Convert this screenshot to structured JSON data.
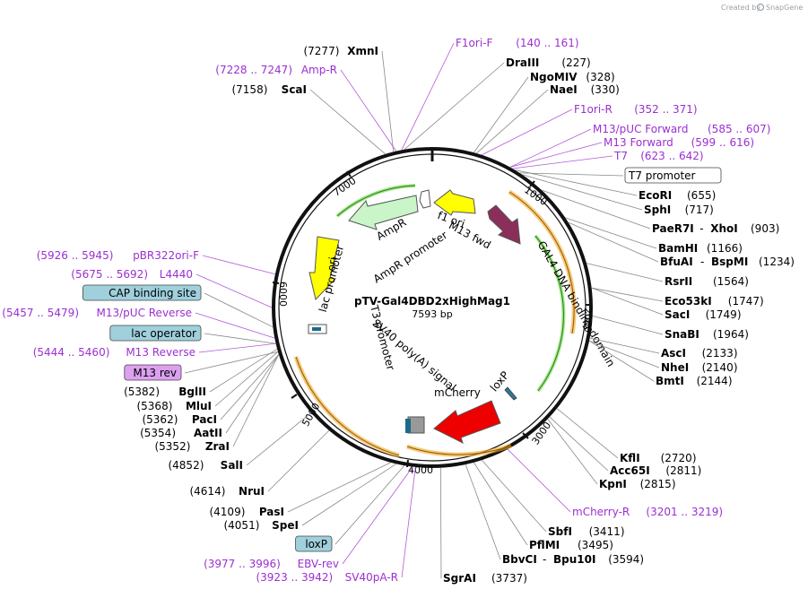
{
  "app": {
    "credit_label": "Created by",
    "credit_brand": "SnapGene"
  },
  "plasmid": {
    "name": "pTV-Gal4DBD2xHighMag1",
    "length_label": "7593 bp"
  },
  "ticks": [
    "1000",
    "2000",
    "3000",
    "4000",
    "5000",
    "6000",
    "7000"
  ],
  "features": {
    "f1_ori": "f1 ori",
    "m13_fwd": "M13 fwd",
    "gal4": "GAL4 DNA binding domain",
    "loxp": "loxP",
    "mcherry": "mCherry",
    "sv40": "SV40 poly(A) signal",
    "t3": "T3 promoter",
    "lac": "lac promoter",
    "ori": "ori",
    "ampr": "AmpR",
    "ampr_promoter": "AmpR promoter"
  },
  "labels_right": [
    {
      "kind": "primer",
      "name": "F1ori-F",
      "pos": "(140 .. 161)"
    },
    {
      "kind": "enzyme",
      "name": "DraIII",
      "pos": "(227)"
    },
    {
      "kind": "enzyme",
      "name": "NgoMIV",
      "pos": "(328)"
    },
    {
      "kind": "enzyme",
      "name": "NaeI",
      "pos": "(330)"
    },
    {
      "kind": "primer",
      "name": "F1ori-R",
      "pos": "(352 .. 371)"
    },
    {
      "kind": "primer",
      "name": "M13/pUC Forward",
      "pos": "(585 .. 607)"
    },
    {
      "kind": "primer",
      "name": "M13 Forward",
      "pos": "(599 .. 616)"
    },
    {
      "kind": "primer",
      "name": "T7",
      "pos": "(623 .. 642)"
    },
    {
      "kind": "box",
      "name": "T7 promoter"
    },
    {
      "kind": "enzyme",
      "name": "EcoRI",
      "pos": "(655)"
    },
    {
      "kind": "enzyme",
      "name": "SphI",
      "pos": "(717)"
    },
    {
      "kind": "enzyme2",
      "name": "PaeR7I",
      "name2": "XhoI",
      "pos": "(903)"
    },
    {
      "kind": "enzyme",
      "name": "BamHI",
      "pos": "(1166)"
    },
    {
      "kind": "enzyme2",
      "name": "BfuAI",
      "name2": "BspMI",
      "pos": "(1234)"
    },
    {
      "kind": "enzyme",
      "name": "RsrII",
      "pos": "(1564)"
    },
    {
      "kind": "enzyme",
      "name": "Eco53kI",
      "pos": "(1747)"
    },
    {
      "kind": "enzyme",
      "name": "SacI",
      "pos": "(1749)"
    },
    {
      "kind": "enzyme",
      "name": "SnaBI",
      "pos": "(1964)"
    },
    {
      "kind": "enzyme",
      "name": "AscI",
      "pos": "(2133)"
    },
    {
      "kind": "enzyme",
      "name": "NheI",
      "pos": "(2140)"
    },
    {
      "kind": "enzyme",
      "name": "BmtI",
      "pos": "(2144)"
    },
    {
      "kind": "enzyme",
      "name": "KflI",
      "pos": "(2720)"
    },
    {
      "kind": "enzyme",
      "name": "Acc65I",
      "pos": "(2811)"
    },
    {
      "kind": "enzyme",
      "name": "KpnI",
      "pos": "(2815)"
    },
    {
      "kind": "primer",
      "name": "mCherry-R",
      "pos": "(3201 .. 3219)"
    },
    {
      "kind": "enzyme",
      "name": "SbfI",
      "pos": "(3411)"
    },
    {
      "kind": "enzyme",
      "name": "PflMI",
      "pos": "(3495)"
    },
    {
      "kind": "enzyme2",
      "name": "BbvCI",
      "name2": "Bpu10I",
      "pos": "(3594)"
    },
    {
      "kind": "enzyme",
      "name": "SgrAI",
      "pos": "(3737)"
    }
  ],
  "labels_left": [
    {
      "kind": "enzyme",
      "name": "XmnI",
      "pos": "(7277)"
    },
    {
      "kind": "primer",
      "name": "Amp-R",
      "pos": "(7228 .. 7247)"
    },
    {
      "kind": "enzyme",
      "name": "ScaI",
      "pos": "(7158)"
    },
    {
      "kind": "primer",
      "name": "pBR322ori-F",
      "pos": "(5926 .. 5945)"
    },
    {
      "kind": "primer",
      "name": "L4440",
      "pos": "(5675 .. 5692)"
    },
    {
      "kind": "box",
      "name": "CAP binding site"
    },
    {
      "kind": "primer",
      "name": "M13/pUC Reverse",
      "pos": "(5457 .. 5479)"
    },
    {
      "kind": "box",
      "name": "lac operator"
    },
    {
      "kind": "primer",
      "name": "M13 Reverse",
      "pos": "(5444 .. 5460)"
    },
    {
      "kind": "box",
      "name": "M13 rev"
    },
    {
      "kind": "enzyme",
      "name": "BglII",
      "pos": "(5382)"
    },
    {
      "kind": "enzyme",
      "name": "MluI",
      "pos": "(5368)"
    },
    {
      "kind": "enzyme",
      "name": "PacI",
      "pos": "(5362)"
    },
    {
      "kind": "enzyme",
      "name": "AatII",
      "pos": "(5354)"
    },
    {
      "kind": "enzyme",
      "name": "ZraI",
      "pos": "(5352)"
    },
    {
      "kind": "enzyme",
      "name": "SalI",
      "pos": "(4852)"
    },
    {
      "kind": "enzyme",
      "name": "NruI",
      "pos": "(4614)"
    },
    {
      "kind": "enzyme",
      "name": "PasI",
      "pos": "(4109)"
    },
    {
      "kind": "enzyme",
      "name": "SpeI",
      "pos": "(4051)"
    },
    {
      "kind": "box",
      "name": "loxP"
    },
    {
      "kind": "primer",
      "name": "EBV-rev",
      "pos": "(3977 .. 3996)"
    },
    {
      "kind": "primer",
      "name": "SV40pA-R",
      "pos": "(3923 .. 3942)"
    }
  ]
}
